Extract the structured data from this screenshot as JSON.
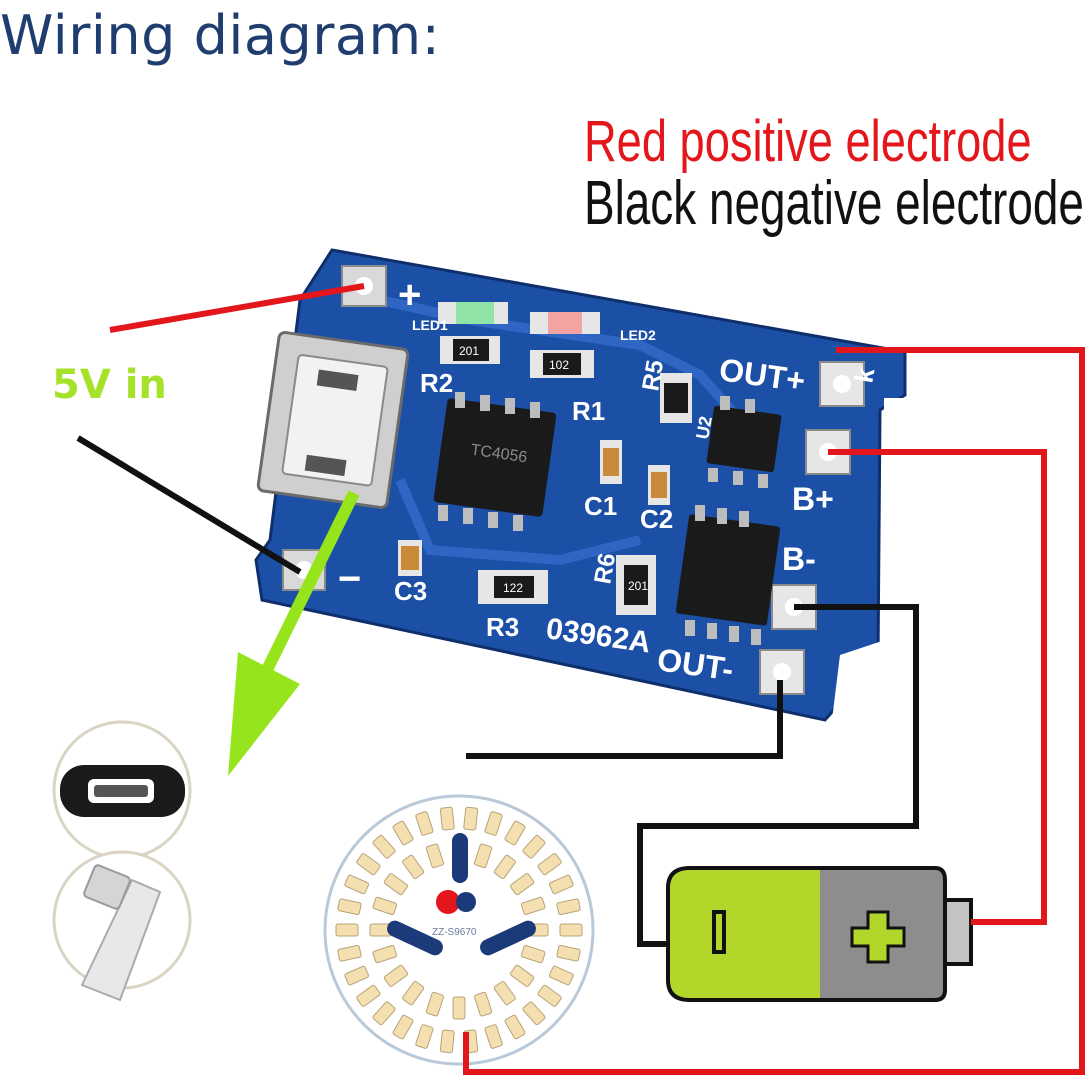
{
  "title": "Wiring diagram:",
  "legend": {
    "red": "Red positive electrode",
    "black": "Black negative electrode"
  },
  "input_label": "5V in",
  "board": {
    "pad_plus": "+",
    "pad_minus": "−",
    "out_plus": "OUT+",
    "out_minus": "OUT-",
    "b_plus": "B+",
    "b_minus": "B-",
    "model": "03962A",
    "chip_main": "TC4056",
    "led1": "LED1",
    "led2": "LED2",
    "r1": "R1",
    "r2": "R2",
    "r3": "R3",
    "r5": "R5",
    "r6": "R6",
    "c1": "C1",
    "c2": "C2",
    "c3": "C3",
    "u2": "U2",
    "res_201": "201",
    "res_102": "102",
    "res_122": "122",
    "res_201b": "201",
    "k": "k"
  },
  "led_panel_label": "ZZ-S9670",
  "colors": {
    "positive": "#e3161b",
    "negative": "#111111",
    "board": "#1c4fa6",
    "arrow": "#96e51c",
    "title": "#1f3d6e"
  },
  "icons": [
    "micro-usb-cable-icon",
    "battery-icon",
    "led-panel-icon",
    "arrow-icon"
  ]
}
